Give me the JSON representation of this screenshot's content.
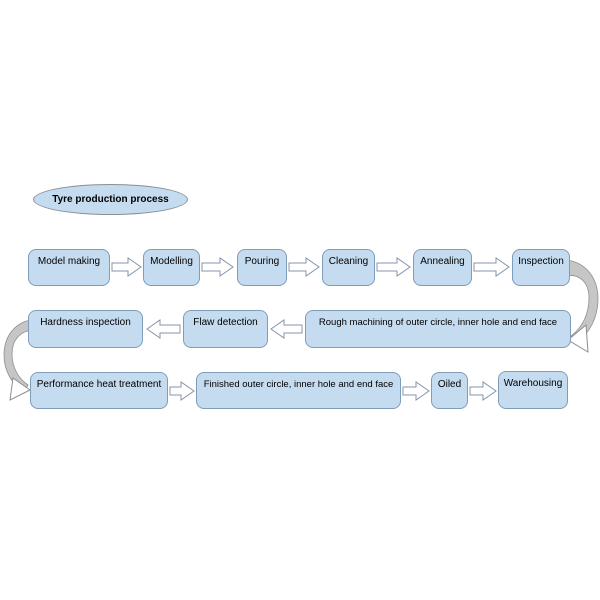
{
  "title": "Tyre production process",
  "colors": {
    "node_fill": "#c5dbef",
    "node_border": "#7f9db9",
    "ellipse_border": "#8a8f98",
    "arrow_fill": "#ffffff",
    "arrow_outline": "#8496ab",
    "curved_connector_fill": "#c6c6c6",
    "background": "#ffffff",
    "text": "#000000"
  },
  "flow": {
    "rows": [
      {
        "direction": "left-to-right",
        "nodes": [
          "Model making",
          "Modelling",
          "Pouring",
          "Cleaning",
          "Annealing",
          "Inspection"
        ]
      },
      {
        "direction": "right-to-left",
        "nodes": [
          "Hardness inspection",
          "Flaw detection",
          "Rough machining of outer circle, inner hole and end face"
        ]
      },
      {
        "direction": "left-to-right",
        "nodes": [
          "Performance heat treatment",
          "Finished outer circle, inner hole and end face",
          "Oiled",
          "Warehousing"
        ]
      }
    ]
  }
}
